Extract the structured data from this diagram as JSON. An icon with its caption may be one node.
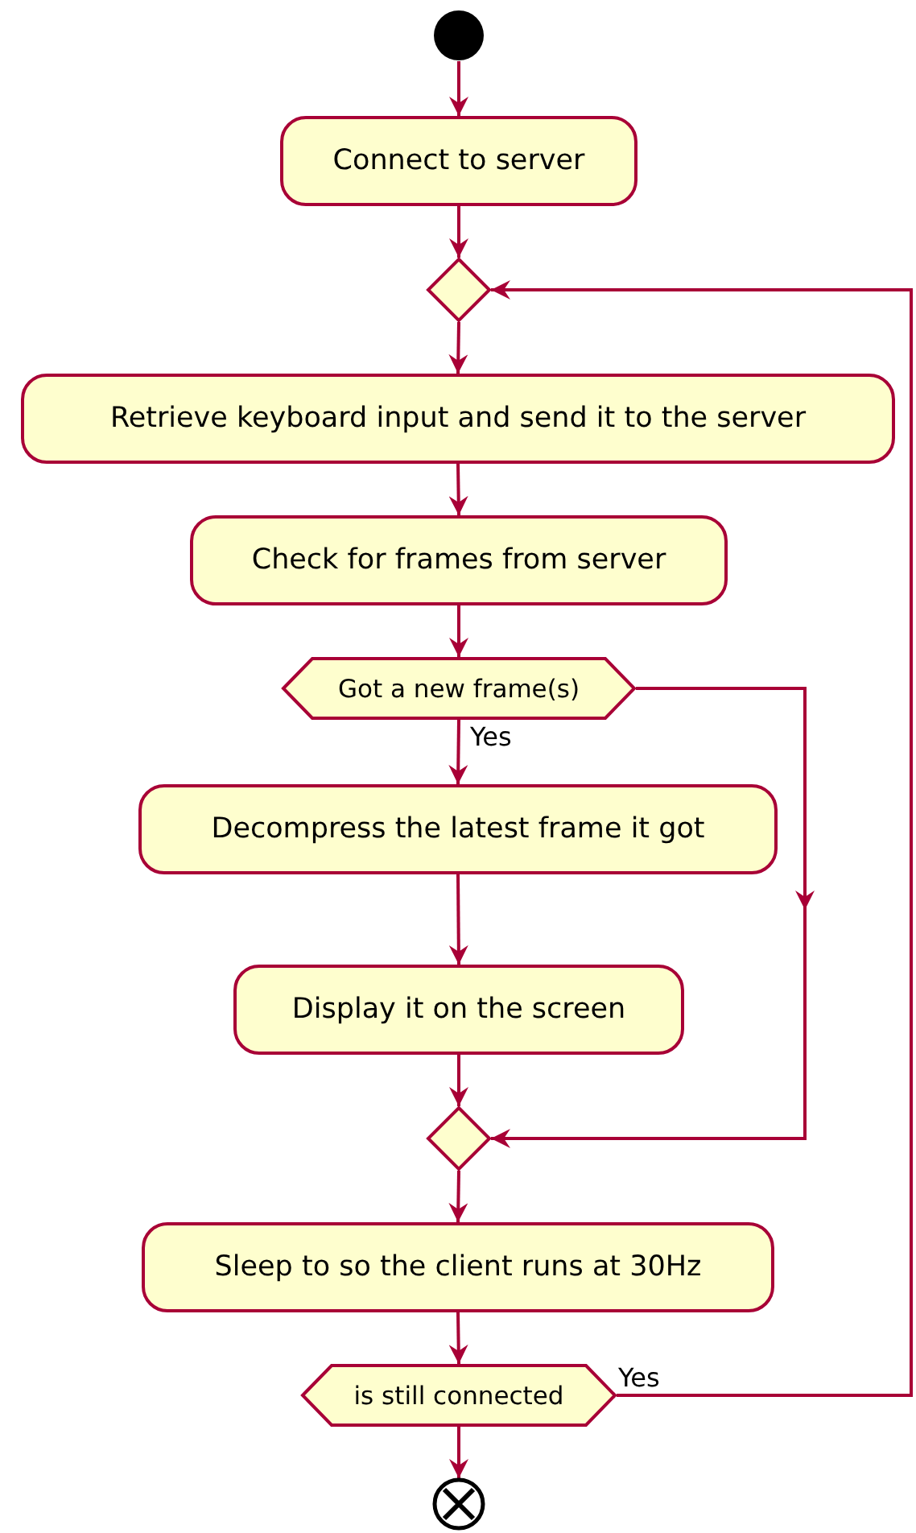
{
  "diagram": {
    "nodes": [
      {
        "text": [],
        "shape": "circle"
      },
      {
        "text": [
          "Connect to server"
        ]
      },
      {
        "text": [],
        "shape": "diamond"
      },
      {
        "text": [
          "Retrieve keyboard input and send it to the server"
        ]
      },
      {
        "text": [
          "Check for frames from server"
        ]
      },
      {
        "text": [
          "Got a new frame(s)"
        ]
      },
      {
        "text": [
          "Decompress the latest frame it got"
        ]
      },
      {
        "text": [
          "Display it on the screen"
        ]
      },
      {
        "text": [],
        "shape": "diamond"
      },
      {
        "text": [
          "Sleep to so the client runs at 30Hz"
        ]
      },
      {
        "text": [
          "is still connected"
        ]
      },
      {
        "text": [],
        "shape": "circle"
      }
    ],
    "edges": [
      {
        "from": 0,
        "to": 1,
        "arrow": "to"
      },
      {
        "from": 1,
        "to": 2,
        "arrow": "to"
      },
      {
        "from": 2,
        "to": 3,
        "arrow": "to"
      },
      {
        "from": 3,
        "to": 4,
        "arrow": "to"
      },
      {
        "from": 4,
        "to": 5,
        "arrow": "to"
      },
      {
        "from": 5,
        "to": 6,
        "arrow": "to",
        "label": "Yes"
      },
      {
        "from": 6,
        "to": 7,
        "arrow": "to"
      },
      {
        "from": 7,
        "to": 8,
        "arrow": "to"
      },
      {
        "from": 5,
        "to": 8,
        "arrow": "to"
      },
      {
        "from": 8,
        "to": 9,
        "arrow": "to"
      },
      {
        "from": 9,
        "to": 10,
        "arrow": "to"
      },
      {
        "from": 10,
        "to": 2,
        "arrow": "to",
        "label": "Yes"
      },
      {
        "from": 10,
        "to": 11,
        "arrow": "to"
      }
    ]
  }
}
